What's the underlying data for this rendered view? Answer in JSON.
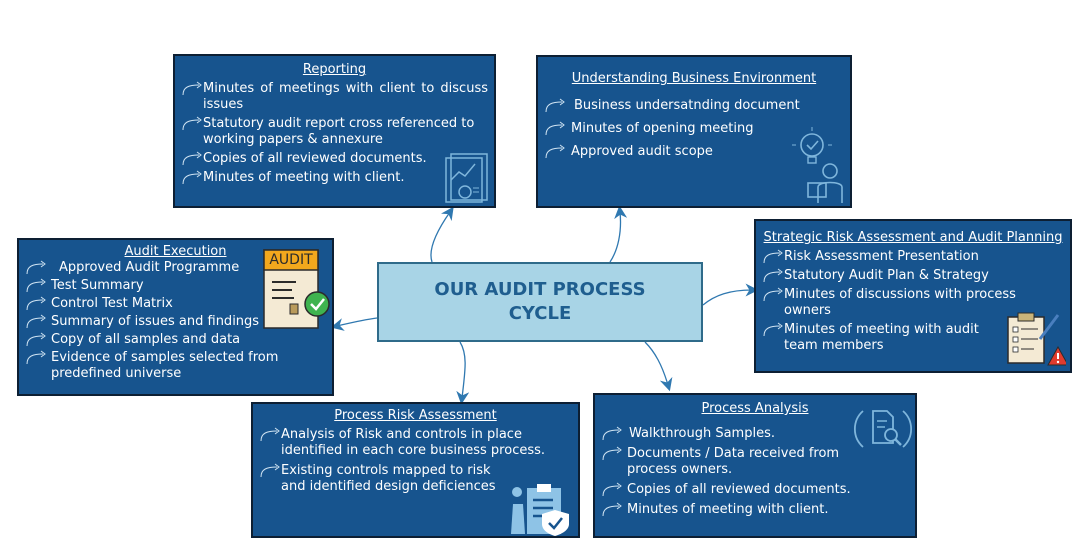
{
  "center": {
    "title": "OUR AUDIT PROCESS CYCLE"
  },
  "reporting": {
    "title": "Reporting",
    "items": [
      "Minutes of meetings with client to discuss issues",
      "Statutory audit report cross referenced to working papers & annexure",
      "Copies of all reviewed documents.",
      "Minutes of meeting with client."
    ]
  },
  "understanding": {
    "title": "Understanding Business Environment",
    "items": [
      "Business undersatnding document",
      "Minutes of opening meeting",
      "Approved audit scope"
    ]
  },
  "strategic": {
    "title": "Strategic Risk Assessment and Audit Planning",
    "items": [
      "Risk Assessment Presentation",
      "Statutory Audit Plan & Strategy",
      "Minutes of discussions with process owners",
      "Minutes of meeting with audit team members"
    ]
  },
  "execution": {
    "title": "Audit Execution",
    "badge": "AUDIT",
    "items": [
      "Approved Audit Programme",
      "Test Summary",
      "Control Test Matrix",
      "Summary of issues and findings",
      "Copy of all samples and data",
      "Evidence of samples selected from predefined universe"
    ]
  },
  "risk": {
    "title": "Process Risk Assessment",
    "items": [
      "Analysis of Risk and controls in place identified in each core business process.",
      "Existing controls mapped to risk and identified design deficiences"
    ]
  },
  "analysis": {
    "title": "Process Analysis",
    "items": [
      "Walkthrough Samples.",
      "Documents / Data received from process owners.",
      "Copies of all reviewed documents.",
      "Minutes of meeting with client."
    ]
  },
  "colors": {
    "box_fill": "#17548e",
    "box_border": "#0d1f33",
    "center_fill": "#a8d4e6",
    "center_text": "#1f5e8f",
    "arrow": "#2f78b0"
  }
}
